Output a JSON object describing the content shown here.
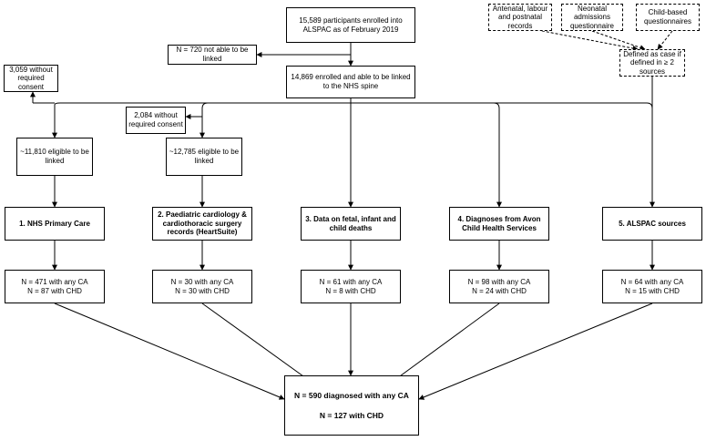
{
  "top": {
    "enrolled": "15,589 participants enrolled into ALSPAC as of February 2019",
    "not_linked": "N = 720 not able to be linked",
    "linkable": "14,869 enrolled and able to be linked to the NHS spine"
  },
  "sources_side": {
    "antenatal": "Antenatal, labour and postnatal records",
    "neonatal": "Neonatal admissions questionnaire",
    "child_based": "Child-based questionnaires",
    "defined_case": "Defined as case if defined in ≥ 2 sources"
  },
  "consent": {
    "primary_without": "3,059 without required consent",
    "primary_eligible": "~11,810 eligible to be linked",
    "heart_without": "2,084 without required consent",
    "heart_eligible": "~12,785 eligible to be linked"
  },
  "sources": [
    {
      "label": "1. NHS Primary Care",
      "ca": "N = 471 with any CA",
      "chd": "N = 87 with CHD"
    },
    {
      "label": "2. Paediatric cardiology & cardiothoracic surgery records (HeartSuite)",
      "ca": "N = 30 with any CA",
      "chd": "N = 30 with CHD"
    },
    {
      "label": "3.  Data on fetal, infant and child deaths",
      "ca": "N = 61 with any CA",
      "chd": "N = 8 with CHD"
    },
    {
      "label": "4. Diagnoses from Avon Child Health Services",
      "ca": "N = 98 with any CA",
      "chd": "N = 24 with CHD"
    },
    {
      "label": "5. ALSPAC sources",
      "ca": "N = 64 with any CA",
      "chd": "N = 15 with CHD"
    }
  ],
  "total": {
    "ca": "N = 590 diagnosed with any CA",
    "chd": "N = 127 with CHD"
  }
}
